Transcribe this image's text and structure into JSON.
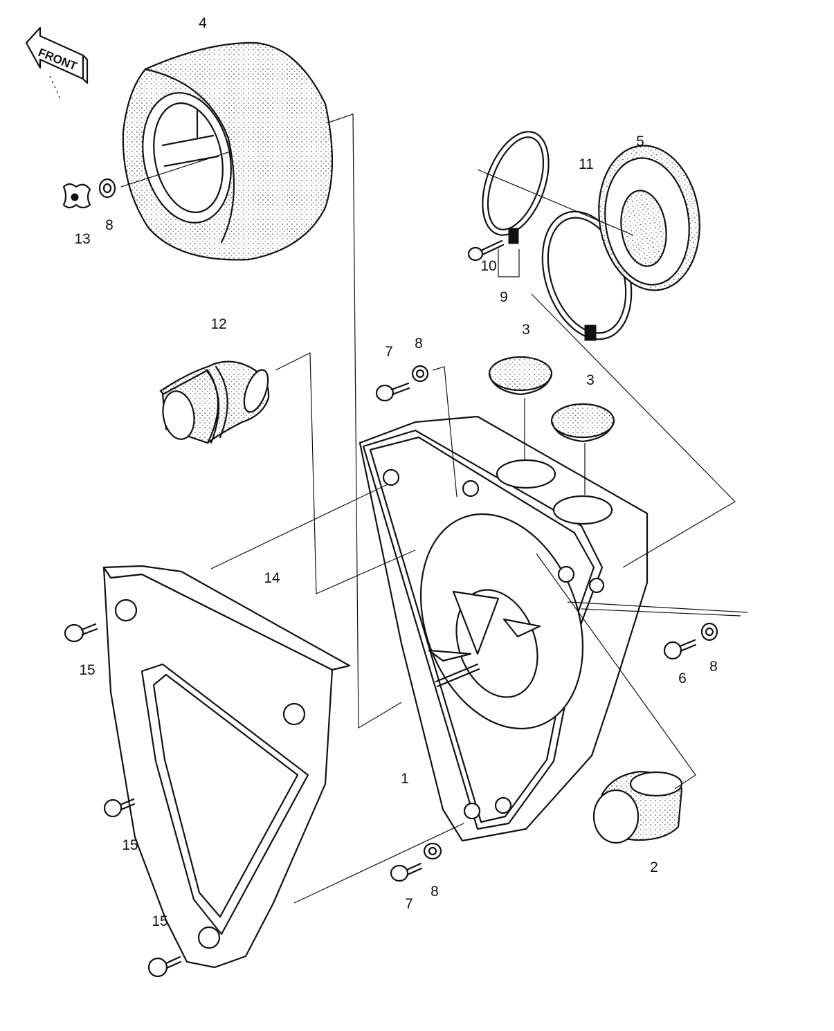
{
  "diagram": {
    "direction_label": "FRONT",
    "callouts": [
      "1",
      "2",
      "3",
      "3",
      "4",
      "5",
      "6",
      "7",
      "7",
      "8",
      "8",
      "8",
      "8",
      "9",
      "10",
      "11",
      "12",
      "13",
      "14",
      "15",
      "15",
      "15"
    ]
  }
}
